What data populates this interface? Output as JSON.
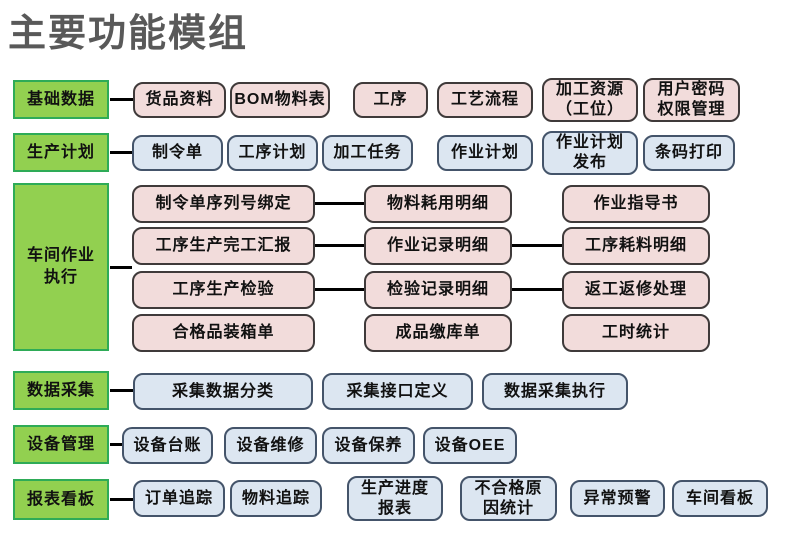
{
  "title": "主要功能模组",
  "palette": {
    "category_fill": "#92d050",
    "category_border": "#2eab57",
    "pink_fill": "#f2dcdb",
    "pink_border": "#3f3a3a",
    "blue_fill": "#dce6f1",
    "blue_border": "#44546a",
    "connector": "#000000",
    "title_color": "#595959"
  },
  "categories": [
    {
      "label": "基础数据",
      "modules": [
        "货品资料",
        "BOM物料表",
        "工序",
        "工艺流程",
        "加工资源\n（工位）",
        "用户密码\n权限管理"
      ]
    },
    {
      "label": "生产计划",
      "modules": [
        "制令单",
        "工序计划",
        "加工任务",
        "作业计划",
        "作业计划\n发布",
        "条码打印"
      ]
    },
    {
      "label": "车间作业\n执行",
      "modules": [
        "制令单序列号绑定",
        "物料耗用明细",
        "作业指导书",
        "工序生产完工汇报",
        "作业记录明细",
        "工序耗料明细",
        "工序生产检验",
        "检验记录明细",
        "返工返修处理",
        "合格品装箱单",
        "成品缴库单",
        "工时统计"
      ]
    },
    {
      "label": "数据采集",
      "modules": [
        "采集数据分类",
        "采集接口定义",
        "数据采集执行"
      ]
    },
    {
      "label": "设备管理",
      "modules": [
        "设备台账",
        "设备维修",
        "设备保养",
        "设备OEE"
      ]
    },
    {
      "label": "报表看板",
      "modules": [
        "订单追踪",
        "物料追踪",
        "生产进度\n报表",
        "不合格原\n因统计",
        "异常预警",
        "车间看板"
      ]
    }
  ]
}
